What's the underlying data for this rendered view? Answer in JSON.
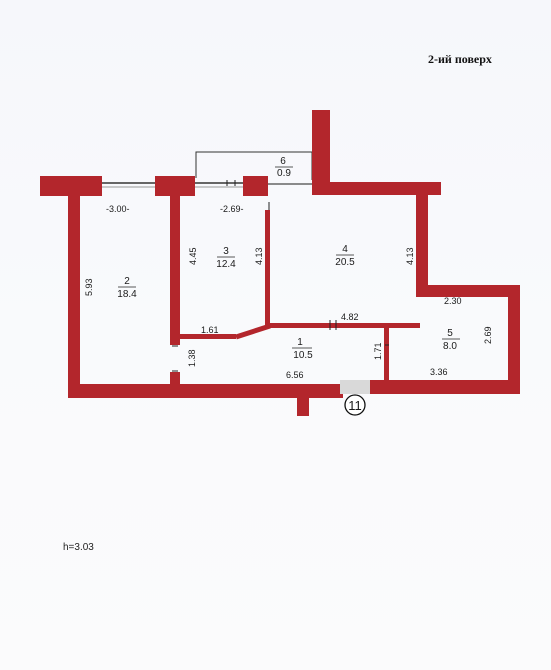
{
  "floor_label": "2-ий поверх",
  "height_note": "h=3.03",
  "colors": {
    "wall": "#b3262c",
    "line": "#222222",
    "background": "#f7f8fb"
  },
  "rooms": [
    {
      "number": "1",
      "area": "10.5"
    },
    {
      "number": "2",
      "area": "18.4"
    },
    {
      "number": "3",
      "area": "12.4"
    },
    {
      "number": "4",
      "area": "20.5"
    },
    {
      "number": "5",
      "area": "8.0"
    },
    {
      "number": "6",
      "area": "0.9"
    }
  ],
  "dimensions": {
    "room2_width": "-3.00-",
    "room2_height": "5.93",
    "room3_width": "-2.69-",
    "room3_height": "4.45",
    "room3_right": "4.13",
    "room4_right": "4.13",
    "hall_left": "1.61",
    "room4_bottom": "4.82",
    "hall_left_height": "1.38",
    "hall_bottom": "6.56",
    "hall_right_height": "1.71",
    "room5_top": "2.30",
    "room5_right": "2.69",
    "room5_bottom": "3.36"
  },
  "axis_marker": "11"
}
